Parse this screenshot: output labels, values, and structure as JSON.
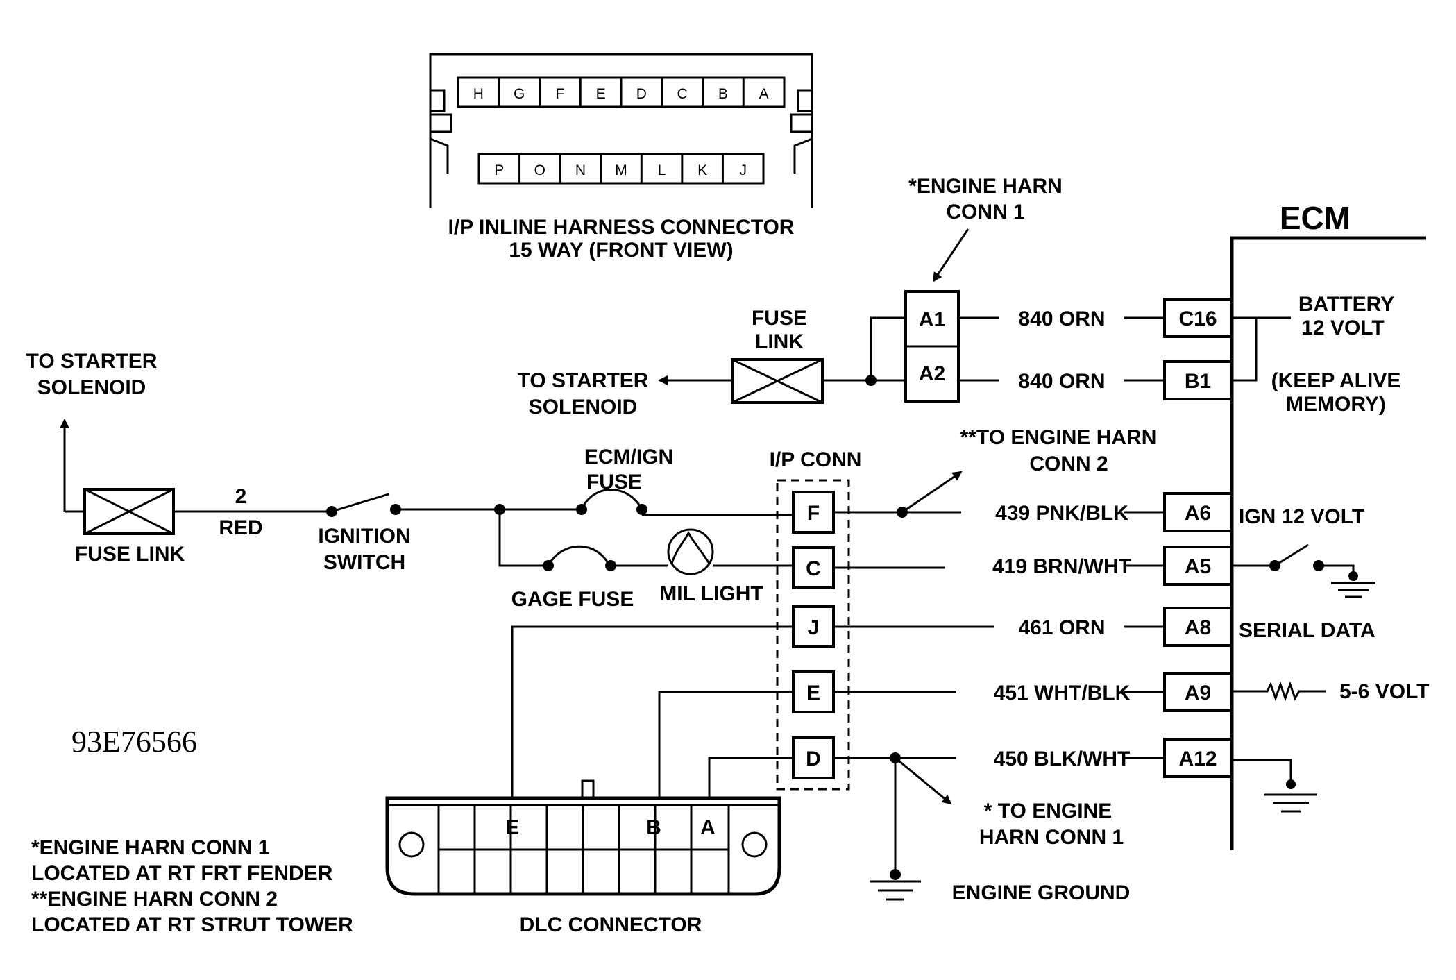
{
  "connector_15way": {
    "title_line1": "I/P INLINE HARNESS CONNECTOR",
    "title_line2": "15 WAY (FRONT VIEW)",
    "top_pins": [
      "H",
      "G",
      "F",
      "E",
      "D",
      "C",
      "B",
      "A"
    ],
    "bottom_pins": [
      "P",
      "O",
      "N",
      "M",
      "L",
      "K",
      "J"
    ]
  },
  "ecm": {
    "title": "ECM",
    "pins": [
      {
        "pin": "C16",
        "wire": "840 ORN"
      },
      {
        "pin": "B1",
        "wire": "840 ORN"
      },
      {
        "pin": "A6",
        "wire": "439 PNK/BLK"
      },
      {
        "pin": "A5",
        "wire": "419 BRN/WHT"
      },
      {
        "pin": "A8",
        "wire": "461 ORN"
      },
      {
        "pin": "A9",
        "wire": "451 WHT/BLK"
      },
      {
        "pin": "A12",
        "wire": "450 BLK/WHT"
      }
    ],
    "battery_line1": "BATTERY",
    "battery_line2": "12 VOLT",
    "keep_alive_line1": "(KEEP ALIVE",
    "keep_alive_line2": "MEMORY)",
    "ign": "IGN  12 VOLT",
    "serial_data": "SERIAL DATA",
    "five_six_volt": "5-6 VOLT"
  },
  "engine_harn_conn1": {
    "label_line1": "*ENGINE HARN",
    "label_line2": "CONN 1",
    "pins": [
      "A1",
      "A2"
    ]
  },
  "fuse_link_top": {
    "line1": "FUSE",
    "line2": "LINK"
  },
  "to_starter_mid": {
    "line1": "TO STARTER",
    "line2": "SOLENOID"
  },
  "to_starter_left": {
    "line1": "TO STARTER",
    "line2": "SOLENOID"
  },
  "fuse_link_left": "FUSE LINK",
  "wire_2_red": {
    "line1": "2",
    "line2": "RED"
  },
  "ignition_switch": {
    "line1": "IGNITION",
    "line2": "SWITCH"
  },
  "ecm_ign_fuse": {
    "line1": "ECM/IGN",
    "line2": "FUSE"
  },
  "gage_fuse": "GAGE FUSE",
  "mil_light": "MIL LIGHT",
  "ip_conn": {
    "title": "I/P CONN",
    "pins": [
      "F",
      "C",
      "J",
      "E",
      "D"
    ]
  },
  "to_engine_harn_conn2": {
    "line1": "**TO ENGINE HARN",
    "line2": "CONN 2"
  },
  "to_engine_harn_conn1": {
    "line1": "* TO ENGINE",
    "line2": "HARN CONN 1"
  },
  "engine_ground": "ENGINE GROUND",
  "dlc_connector": {
    "title": "DLC CONNECTOR",
    "pins": [
      "E",
      "B",
      "A"
    ]
  },
  "diagram_id": "93E76566",
  "notes": [
    "*ENGINE HARN CONN 1",
    "LOCATED AT RT FRT FENDER",
    "**ENGINE HARN CONN 2",
    "LOCATED AT RT STRUT TOWER"
  ]
}
